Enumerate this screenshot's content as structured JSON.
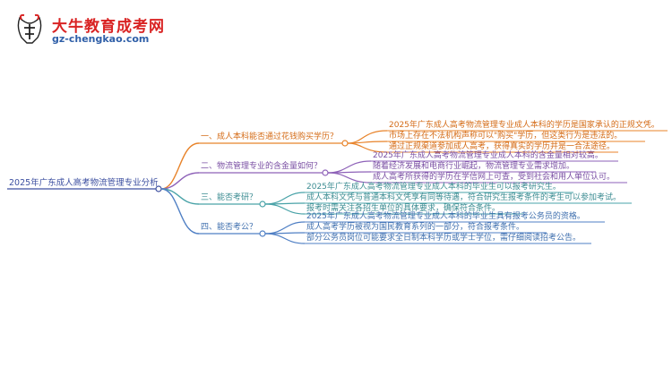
{
  "logo": {
    "title": "大牛教育成考网",
    "url": "gz-chengkao.com",
    "badge_text": "大牛"
  },
  "root": "2025年广东成人高考物流管理专业分析",
  "branches": [
    {
      "label": "一、成人本科能否通过花钱购买学历？",
      "color": "#e8832a",
      "leaves": [
        "2025年广东成人高考物流管理专业成人本科的学历是国家承认的正规文凭。",
        "市场上存在不法机构声称可以\"购买\"学历，但这类行为是违法的。",
        "通过正规渠道参加成人高考，获得真实的学历并是一合法途径。"
      ]
    },
    {
      "label": "二、物流管理专业的含金量如何？",
      "color": "#8e62b8",
      "leaves": [
        "2025年广东成人高考物流管理专业成人本科的含金量相对较高。",
        "随着经济发展和电商行业崛起，物流管理专业需求增加。",
        "成人高考所获得的学历在学信网上可查，受到社会和用人单位认可。"
      ]
    },
    {
      "label": "三、能否考研？",
      "color": "#4aa3a8",
      "leaves": [
        "2025年广东成人高考物流管理专业成人本科的毕业生可以报考研究生。",
        "成人本科文凭与普通本科文凭享有同等待遇，符合研究生报考条件的考生可以参加考试。",
        "报考时需关注各招生单位的具体要求，确保符合条件。"
      ]
    },
    {
      "label": "四、能否考公？",
      "color": "#4f7fc4",
      "leaves": [
        "2025年广东成人高考物流管理专业成人本科的毕业生具有报考公务员的资格。",
        "成人高考学历被视为国民教育系列的一部分，符合报考条件。",
        "部分公务员岗位可能要求全日制本科学历或学士学位，需仔细阅读招考公告。"
      ]
    }
  ]
}
